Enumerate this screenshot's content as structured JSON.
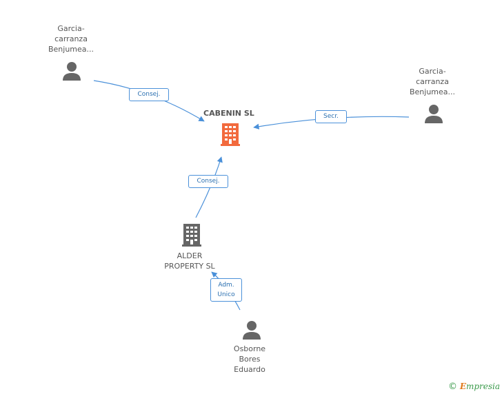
{
  "nodes": {
    "main_company": {
      "name": "CABENIN SL",
      "icon": "building-icon"
    },
    "person_top_left": {
      "name": "Garcia-\ncarranza\nBenjumea...",
      "icon": "person-icon"
    },
    "person_right": {
      "name": "Garcia-\ncarranza\nBenjumea...",
      "icon": "person-icon"
    },
    "company_alder": {
      "name": "ALDER\nPROPERTY SL",
      "icon": "building-icon"
    },
    "person_bottom": {
      "name": "Osborne\nBores\nEduardo",
      "icon": "person-icon"
    }
  },
  "edges": {
    "top_left_to_main": "Consej.",
    "right_to_main": "Secr.",
    "alder_to_main": "Consej.",
    "bottom_to_alder_line1": "Adm.",
    "bottom_to_alder_line2": "Unico"
  },
  "colors": {
    "main_company": "#f26a3d",
    "secondary_company": "#666666",
    "person": "#666666",
    "edge": "#4a90d9"
  },
  "brand": {
    "copyright": "©",
    "name_initial": "E",
    "name_rest": "mpresia"
  }
}
